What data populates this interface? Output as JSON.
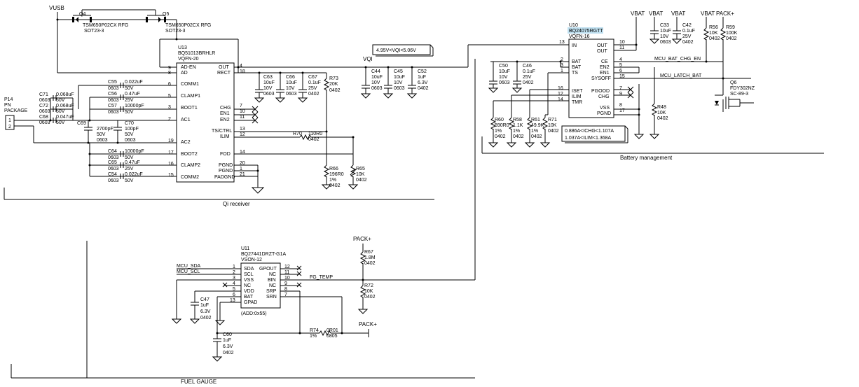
{
  "sections": {
    "qi": "Qi receiver",
    "battery": "Battery management",
    "fuel": "FUEL GAUGE"
  },
  "nets": {
    "vusb": "VUSB",
    "vqi": "VQI",
    "vbat": "VBAT",
    "pack_plus": "PACK+",
    "mcu_bat_chg_en": "MCU_BAT_CHG_EN",
    "mcu_latch_bat": "MCU_LATCH_BAT",
    "mcu_sda": "MCU_SDA",
    "mcu_scl": "MCU_SCL",
    "fg_temp": "FG_TEMP"
  },
  "notes": {
    "vqi_range": "4.95V<VQI<5.06V",
    "ichg": "0.886A<ICHG<1.107A",
    "ilim": "1.037A<ILIM<1.368A",
    "addr": "(ADD:0x55)"
  },
  "q4": {
    "ref": "Q4",
    "part": "TSM650P02CX RFG",
    "pkg": "SOT23-3"
  },
  "q5": {
    "ref": "Q5",
    "part": "TSM650P02CX RFG",
    "pkg": "SOT23-3"
  },
  "q6": {
    "ref": "Q6",
    "part": "FDY302NZ",
    "pkg": "SC-89-3"
  },
  "p14": {
    "ref": "P14",
    "part": "PN",
    "pkg": "PACKAGE",
    "p1": "1",
    "p2": "2"
  },
  "u13": {
    "ref": "U13",
    "part": "BQ51013BRHLR",
    "pkg": "VQFN-20",
    "left": [
      {
        "pin": "AD-EN",
        "num": "9"
      },
      {
        "pin": "AD",
        "num": "8"
      },
      {
        "pin": "COMM1",
        "num": "6"
      },
      {
        "pin": "CLAMP1",
        "num": "5"
      },
      {
        "pin": "BOOT1",
        "num": "3"
      },
      {
        "pin": "AC1",
        "num": "2"
      },
      {
        "pin": "AC2",
        "num": "19"
      },
      {
        "pin": "BOOT2",
        "num": "17"
      },
      {
        "pin": "CLAMP2",
        "num": "16"
      },
      {
        "pin": "COMM2",
        "num": "15"
      }
    ],
    "right": [
      {
        "pin": "OUT",
        "num": "4"
      },
      {
        "pin": "RECT",
        "num": "18"
      },
      {
        "pin": "CHG",
        "num": "7"
      },
      {
        "pin": "EN1",
        "num": "10"
      },
      {
        "pin": "EN2",
        "num": "11"
      },
      {
        "pin": "TS/CTRL",
        "num": "13"
      },
      {
        "pin": "ILIM",
        "num": "12"
      },
      {
        "pin": "FOD",
        "num": "14"
      },
      {
        "pin": "PGND",
        "num": "20"
      },
      {
        "pin": "PGND",
        "num": "1"
      },
      {
        "pin": "PADGND",
        "num": "21"
      }
    ]
  },
  "u10": {
    "ref": "U10",
    "part": "BQ24075RGTT",
    "pkg": "VQFN-16",
    "left": [
      {
        "pin": "IN",
        "num": "13"
      },
      {
        "pin": "BAT",
        "num": "2"
      },
      {
        "pin": "BAT",
        "num": "3"
      },
      {
        "pin": "TS",
        "num": "1"
      },
      {
        "pin": "ISET",
        "num": "16"
      },
      {
        "pin": "ILIM",
        "num": "12"
      },
      {
        "pin": "TMR",
        "num": "14"
      }
    ],
    "right": [
      {
        "pin": "OUT",
        "num": "10"
      },
      {
        "pin": "OUT",
        "num": "11"
      },
      {
        "pin": "CE",
        "num": "4"
      },
      {
        "pin": "EN2",
        "num": "5"
      },
      {
        "pin": "EN1",
        "num": "6"
      },
      {
        "pin": "SYSOFF",
        "num": "15"
      },
      {
        "pin": "PGOOD",
        "num": "7"
      },
      {
        "pin": "CHG",
        "num": "9"
      },
      {
        "pin": "VSS",
        "num": "8"
      },
      {
        "pin": "PGND",
        "num": "17"
      }
    ]
  },
  "u11": {
    "ref": "U11",
    "part": "BQ27441DRZT-G1A",
    "pkg": "VSON-12",
    "left": [
      {
        "pin": "SDA",
        "num": "1"
      },
      {
        "pin": "SCL",
        "num": "2"
      },
      {
        "pin": "VSS",
        "num": "3"
      },
      {
        "pin": "NC",
        "num": "4"
      },
      {
        "pin": "VDD",
        "num": "5"
      },
      {
        "pin": "BAT",
        "num": "6"
      },
      {
        "pin": "GPAD",
        "num": "13"
      }
    ],
    "right": [
      {
        "pin": "GPOUT",
        "num": "12"
      },
      {
        "pin": "NC",
        "num": "11"
      },
      {
        "pin": "BIN",
        "num": "10"
      },
      {
        "pin": "NC",
        "num": "9"
      },
      {
        "pin": "SRP",
        "num": "8"
      },
      {
        "pin": "SRN",
        "num": "7"
      }
    ]
  },
  "qi_caps_left": [
    {
      "ref": "C71",
      "pkg": "0603",
      "val": "0.068uF",
      "v": "50V"
    },
    {
      "ref": "C72",
      "pkg": "0603",
      "val": "0.068uF",
      "v": "50V"
    },
    {
      "ref": "C68",
      "pkg": "0603",
      "val": "0.047uF",
      "v": "50V"
    },
    {
      "ref": "C55",
      "pkg": "0603",
      "val": "0.022uF",
      "v": "50V"
    },
    {
      "ref": "C56",
      "pkg": "0603",
      "val": "0.47uF",
      "v": "25V"
    },
    {
      "ref": "C57",
      "pkg": "0603",
      "val": "10000pF",
      "v": "50V"
    },
    {
      "ref": "C69",
      "pkg": "0603",
      "val": "2700pF",
      "v": "50V"
    },
    {
      "ref": "C70",
      "pkg": "0603",
      "val": "100pF",
      "v": "50V"
    },
    {
      "ref": "C64",
      "pkg": "0603",
      "val": "10000pF",
      "v": "50V"
    },
    {
      "ref": "C65",
      "pkg": "0603",
      "val": "0.47uF",
      "v": "25V"
    },
    {
      "ref": "C54",
      "pkg": "0603",
      "val": "0.022uF",
      "v": "50V"
    }
  ],
  "qi_caps_right": [
    {
      "ref": "C63",
      "val": "10uF",
      "v": "10V",
      "pkg": "0603"
    },
    {
      "ref": "C66",
      "val": "10uF",
      "v": "10V",
      "pkg": "0603"
    },
    {
      "ref": "C67",
      "val": "0.1uF",
      "v": "25V",
      "pkg": "0402"
    }
  ],
  "vqi_caps": [
    {
      "ref": "C44",
      "val": "10uF",
      "v": "10V",
      "pkg": "0603"
    },
    {
      "ref": "C45",
      "val": "10uF",
      "v": "10V",
      "pkg": "0603"
    },
    {
      "ref": "C52",
      "val": "1uF",
      "v": "6.3V",
      "pkg": "0402"
    }
  ],
  "res_qi": [
    {
      "ref": "R73",
      "val": "20K",
      "pkg": "0402"
    },
    {
      "ref": "R70",
      "val": "110R0",
      "pkg": "0402"
    },
    {
      "ref": "R66",
      "val": "196R0",
      "tol": "1%",
      "pkg": "0402"
    },
    {
      "ref": "R65",
      "val": "10K",
      "pkg": "0402"
    }
  ],
  "bm_caps_top": [
    {
      "ref": "C33",
      "val": "10uF",
      "v": "10V",
      "pkg": "0603"
    },
    {
      "ref": "C42",
      "val": "0.1uF",
      "v": "25V",
      "pkg": "0402"
    }
  ],
  "bm_caps_left": [
    {
      "ref": "C50",
      "val": "10uF",
      "v": "10V",
      "pkg": "0603"
    },
    {
      "ref": "C46",
      "val": "0.1uF",
      "v": "25V",
      "pkg": "0402"
    }
  ],
  "bm_res": [
    {
      "ref": "R56",
      "val": "10K",
      "pkg": "0402"
    },
    {
      "ref": "R59",
      "val": "100K",
      "pkg": "0402"
    },
    {
      "ref": "R48",
      "val": "10K",
      "pkg": "0402"
    },
    {
      "ref": "R60",
      "val": "590R0",
      "tol": "1%",
      "pkg": "0402"
    },
    {
      "ref": "R58",
      "val": "1.1K",
      "tol": "1%",
      "pkg": "0402"
    },
    {
      "ref": "R61",
      "val": "49.9K",
      "tol": "1%",
      "pkg": "0402"
    },
    {
      "ref": "R71",
      "val": "10K",
      "pkg": "0402"
    }
  ],
  "fg_parts": {
    "r67": {
      "ref": "R67",
      "val": "1.8M",
      "pkg": "0402"
    },
    "r72": {
      "ref": "R72",
      "val": "10K",
      "pkg": "0402"
    },
    "r74": {
      "ref": "R74",
      "val": "0R01",
      "tol": "1%",
      "pkg": "0805"
    },
    "c47": {
      "ref": "C47",
      "val": "1uF",
      "v": "6.3V",
      "pkg": "0402"
    },
    "c60": {
      "ref": "C60",
      "val": "1uF",
      "v": "6.3V",
      "pkg": "0402"
    }
  }
}
